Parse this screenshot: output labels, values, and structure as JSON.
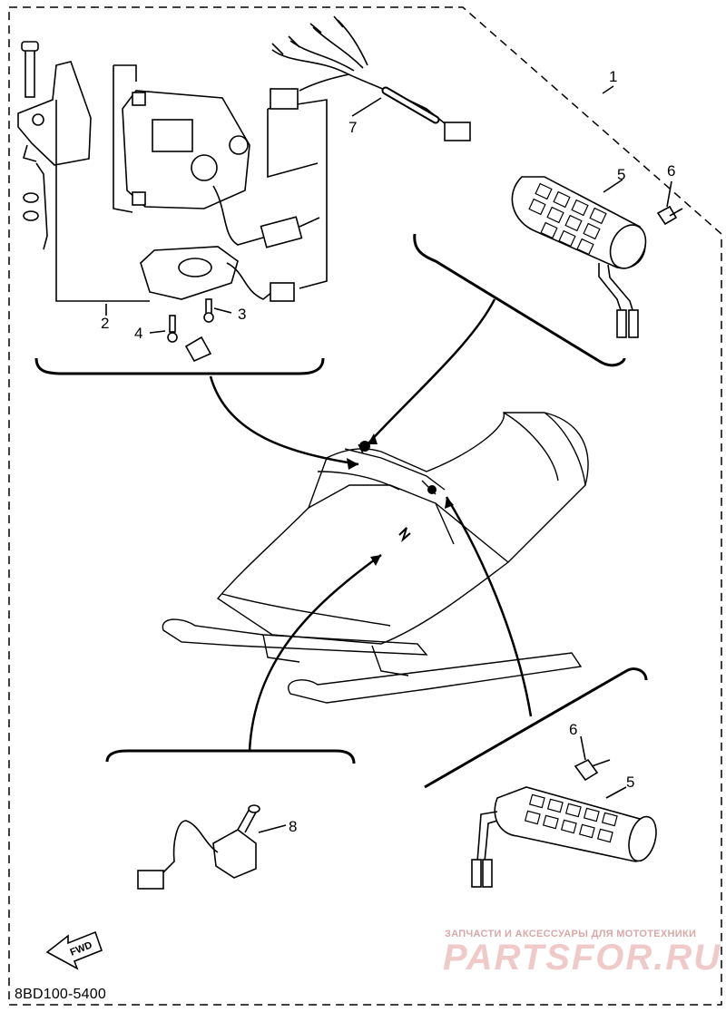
{
  "diagram": {
    "part_code": "8BD100-5400",
    "fwd_label": "FWD",
    "callouts": {
      "c1": "1",
      "c2": "2",
      "c3": "3",
      "c4": "4",
      "c5a": "5",
      "c5b": "5",
      "c6a": "6",
      "c6b": "6",
      "c7": "7",
      "c8": "8"
    }
  },
  "watermark": {
    "tagline": "ЗАПЧАСТИ И АКСЕССУАРЫ ДЛЯ МОТОТЕХНИКИ",
    "brand": "PARTSFOR.RU"
  }
}
